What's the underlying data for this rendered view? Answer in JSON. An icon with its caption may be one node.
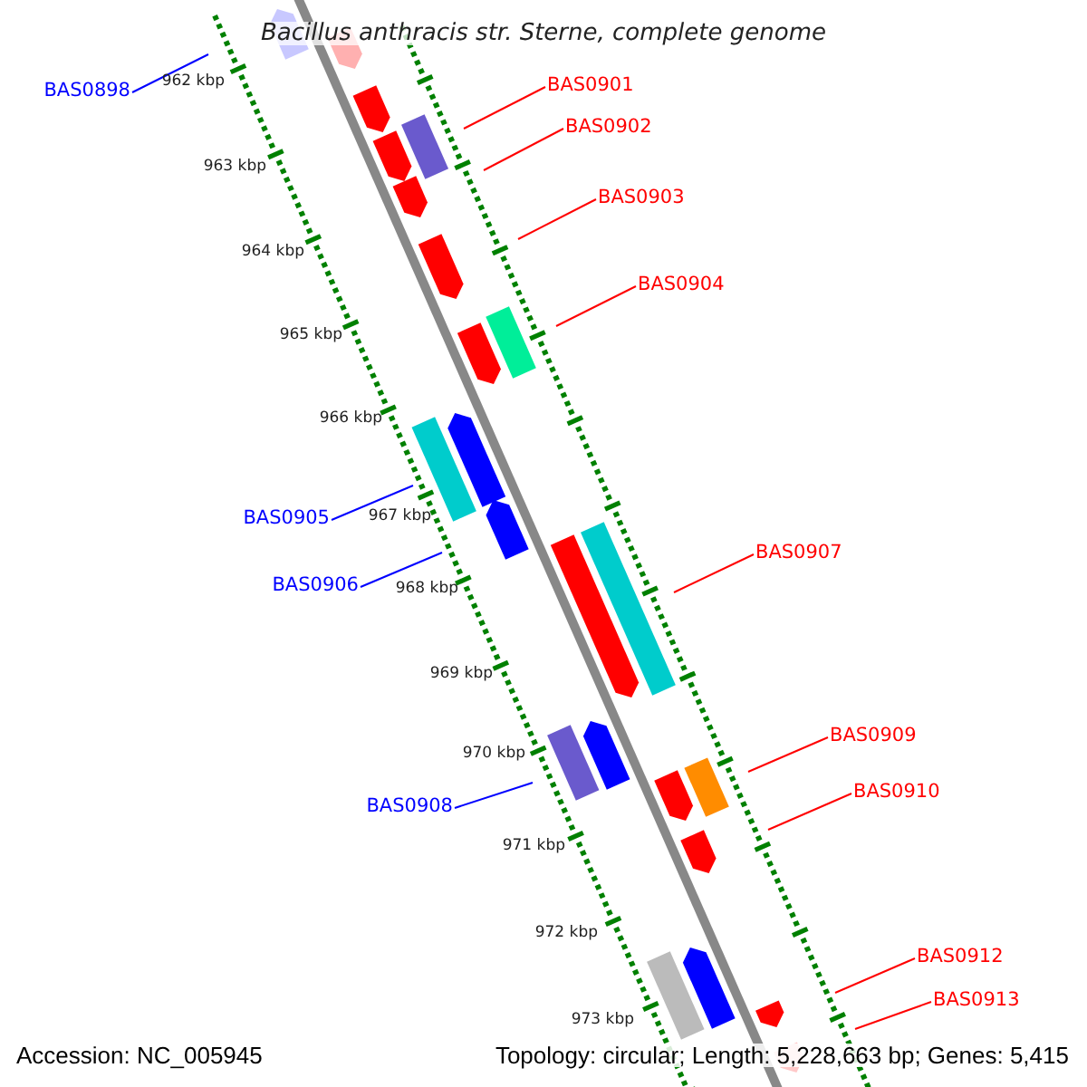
{
  "diagram": {
    "title": "Bacillus anthracis str. Sterne, complete genome",
    "nodes": [
      {
        "text": [
          "BAS0898"
        ]
      },
      {
        "text": [
          "BAS0901"
        ]
      },
      {
        "text": [
          "BAS0902"
        ]
      },
      {
        "text": [
          "BAS0903"
        ]
      },
      {
        "text": [
          "BAS0904"
        ]
      },
      {
        "text": [
          "BAS0905"
        ]
      },
      {
        "text": [
          "BAS0906"
        ]
      },
      {
        "text": [
          "BAS0907"
        ]
      },
      {
        "text": [
          "BAS0908"
        ]
      },
      {
        "text": [
          "BAS0909"
        ]
      },
      {
        "text": [
          "BAS0910"
        ]
      },
      {
        "text": [
          "BAS0912"
        ]
      },
      {
        "text": [
          "BAS0913"
        ]
      }
    ],
    "edges": [
      {
        "from": 0,
        "to": null,
        "arrow": "none",
        "color": "#0000ff"
      },
      {
        "from": 1,
        "to": null,
        "arrow": "none"
      },
      {
        "from": 2,
        "to": null,
        "arrow": "none"
      },
      {
        "from": 3,
        "to": null,
        "arrow": "none"
      },
      {
        "from": 4,
        "to": null,
        "arrow": "none"
      },
      {
        "from": 5,
        "to": null,
        "arrow": "none",
        "color": "#0000ff"
      },
      {
        "from": 6,
        "to": null,
        "arrow": "none",
        "color": "#0000ff"
      },
      {
        "from": 7,
        "to": null,
        "arrow": "none"
      },
      {
        "from": 8,
        "to": null,
        "arrow": "none",
        "color": "#0000ff"
      },
      {
        "from": 9,
        "to": null,
        "arrow": "none"
      },
      {
        "from": 10,
        "to": null,
        "arrow": "none"
      },
      {
        "from": 11,
        "to": null,
        "arrow": "none"
      },
      {
        "from": 12,
        "to": null,
        "arrow": "none"
      }
    ],
    "labels": [
      "962 kbp",
      "963 kbp",
      "964 kbp",
      "965 kbp",
      "966 kbp",
      "967 kbp",
      "968 kbp",
      "969 kbp",
      "970 kbp",
      "971 kbp",
      "972 kbp",
      "973 kbp",
      "Accession: NC_005945",
      "Topology: circular; Length: 5,228,663 bp; Genes: 5,415"
    ]
  }
}
